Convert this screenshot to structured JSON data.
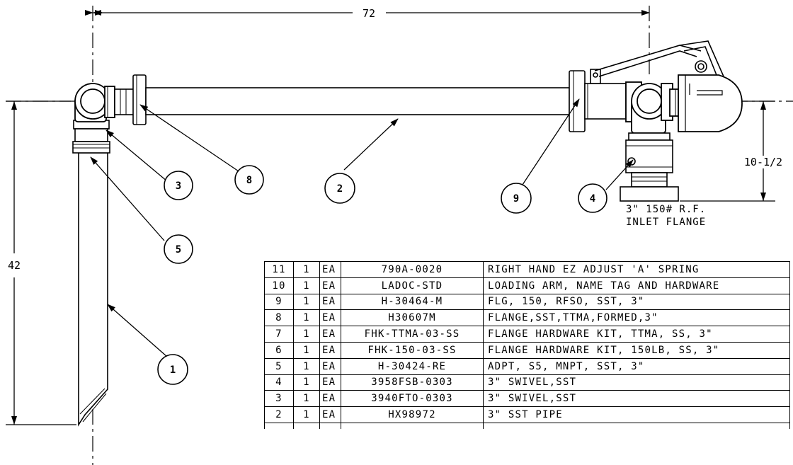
{
  "dimensions": {
    "overall_length": "72",
    "overall_height": "42",
    "inlet_height": "10-1/2"
  },
  "balloons": [
    {
      "id": "b1",
      "label": "1"
    },
    {
      "id": "b2",
      "label": "2"
    },
    {
      "id": "b3",
      "label": "3"
    },
    {
      "id": "b4",
      "label": "4"
    },
    {
      "id": "b5",
      "label": "5"
    },
    {
      "id": "b8",
      "label": "8"
    },
    {
      "id": "b9",
      "label": "9"
    }
  ],
  "inlet_note": {
    "line1": "3\" 150# R.F.",
    "line2": "INLET FLANGE"
  },
  "bom": {
    "rows": [
      {
        "item": "11",
        "qty": "1",
        "unit": "EA",
        "part": "790A-0020",
        "desc": "RIGHT HAND EZ ADJUST 'A' SPRING"
      },
      {
        "item": "10",
        "qty": "1",
        "unit": "EA",
        "part": "LADOC-STD",
        "desc": "LOADING ARM, NAME TAG AND HARDWARE"
      },
      {
        "item": "9",
        "qty": "1",
        "unit": "EA",
        "part": "H-30464-M",
        "desc": "FLG, 150, RFSO, SST, 3\""
      },
      {
        "item": "8",
        "qty": "1",
        "unit": "EA",
        "part": "H30607M",
        "desc": "FLANGE,SST,TTMA,FORMED,3\""
      },
      {
        "item": "7",
        "qty": "1",
        "unit": "EA",
        "part": "FHK-TTMA-03-SS",
        "desc": "FLANGE HARDWARE KIT, TTMA, SS, 3\""
      },
      {
        "item": "6",
        "qty": "1",
        "unit": "EA",
        "part": "FHK-150-03-SS",
        "desc": "FLANGE HARDWARE KIT, 150LB, SS, 3\""
      },
      {
        "item": "5",
        "qty": "1",
        "unit": "EA",
        "part": "H-30424-RE",
        "desc": "ADPT, S5, MNPT, SST, 3\""
      },
      {
        "item": "4",
        "qty": "1",
        "unit": "EA",
        "part": "3958FSB-0303",
        "desc": "3\" SWIVEL,SST"
      },
      {
        "item": "3",
        "qty": "1",
        "unit": "EA",
        "part": "3940FTO-0303",
        "desc": "3\" SWIVEL,SST"
      },
      {
        "item": "2",
        "qty": "1",
        "unit": "EA",
        "part": "HX98972",
        "desc": "3\" SST PIPE"
      }
    ]
  }
}
